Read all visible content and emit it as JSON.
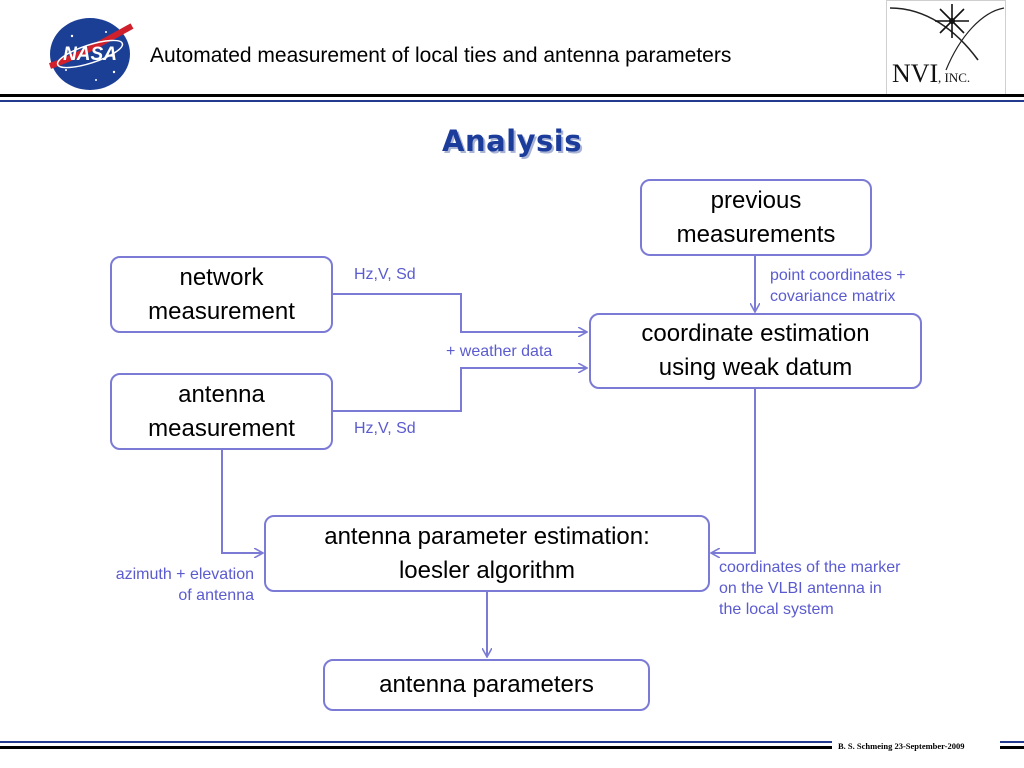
{
  "header": {
    "title": "Automated measurement of local ties and antenna parameters",
    "nasa_logo_text": "NASA",
    "nvi_logo_text": "NVI",
    "nvi_logo_suffix": ", INC."
  },
  "slide": {
    "title": "Analysis"
  },
  "diagram": {
    "boxes": {
      "previous": [
        "previous",
        "measurements"
      ],
      "network": [
        "network",
        "measurement"
      ],
      "antenna": [
        "antenna",
        "measurement"
      ],
      "coordinate": [
        "coordinate estimation",
        "using weak datum"
      ],
      "param_est": [
        "antenna parameter estimation:",
        "loesler algorithm"
      ],
      "params": [
        "antenna parameters"
      ]
    },
    "labels": {
      "hz_top": "Hz,V, Sd",
      "hz_bottom": "Hz,V, Sd",
      "weather": "+ weather data",
      "point_coords": [
        "point coordinates +",
        "covariance matrix"
      ],
      "azimuth": [
        "azimuth + elevation",
        "of antenna"
      ],
      "marker_coords": [
        "coordinates of the marker",
        "on the VLBI antenna in",
        "the local system"
      ]
    },
    "colors": {
      "box_border": "#7b7bd6",
      "label_text": "#5b5bd0",
      "title": "#1b3c9a"
    }
  },
  "footer": {
    "text": "B. S. Schmeing 23-September-2009"
  }
}
